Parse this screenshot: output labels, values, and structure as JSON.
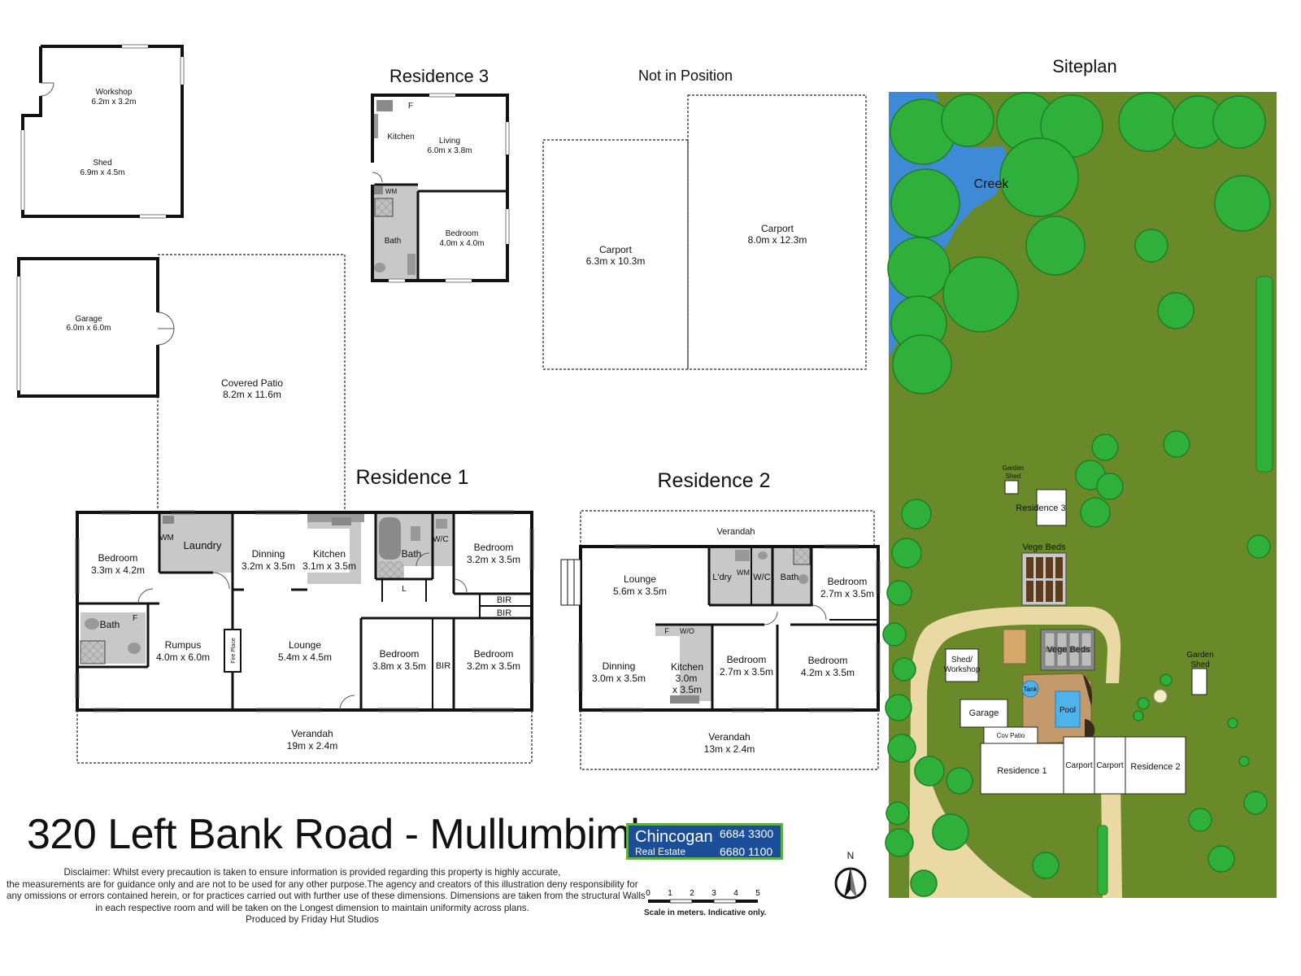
{
  "title": "320 Left Bank Road - Mullumbimby",
  "disclaimer_lines": [
    "Disclaimer: Whilst every precaution is taken to ensure information is provided regarding this property is highly accurate,",
    "the measurements are for guidance only and are not to be used for any other purpose.The agency and creators of this illustration deny responsibility for",
    "any omissions or errors contained herein, or for practices carried out with further use of these dimensions. Dimensions are taken from the structural Walls",
    "in each respective room and will be taken on the Longest dimension to maintain uniformity across plans.",
    "Produced by Friday Hut Studios"
  ],
  "agency": {
    "name": "Chincogan",
    "subtitle": "Real Estate",
    "phone1": "6684 3300",
    "phone2": "6680 1100",
    "brand_color": "#1a4e98",
    "accent_color": "#5fae4a"
  },
  "scale": {
    "ticks": [
      "0",
      "1",
      "2",
      "3",
      "4",
      "5"
    ],
    "caption": "Scale in meters. Indicative only."
  },
  "compass_label": "N",
  "section_titles": {
    "residence3": "Residence 3",
    "not_in_position": "Not in Position",
    "siteplan": "Siteplan",
    "residence1": "Residence 1",
    "residence2": "Residence 2"
  },
  "outbuildings": {
    "workshop": {
      "name": "Workshop",
      "dim": "6.2m x 3.2m"
    },
    "shed": {
      "name": "Shed",
      "dim": "6.9m x 4.5m"
    },
    "garage": {
      "name": "Garage",
      "dim": "6.0m x 6.0m"
    },
    "covered_patio": {
      "name": "Covered Patio",
      "dim": "8.2m x 11.6m"
    },
    "carport_a": {
      "name": "Carport",
      "dim": "6.3m x 10.3m"
    },
    "carport_b": {
      "name": "Carport",
      "dim": "8.0m x 12.3m"
    }
  },
  "residence3_rooms": {
    "kitchen": "Kitchen",
    "living": {
      "name": "Living",
      "dim": "6.0m x 3.8m"
    },
    "wm": "WM",
    "fridge": "F",
    "bath": "Bath",
    "bedroom": {
      "name": "Bedroom",
      "dim": "4.0m x 4.0m"
    }
  },
  "residence1_rooms": {
    "bedroom_a": {
      "name": "Bedroom",
      "dim": "3.3m x 4.2m"
    },
    "wm": "WM",
    "laundry": "Laundry",
    "dinning": {
      "name": "Dinning",
      "dim": "3.2m x 3.5m"
    },
    "kitchen": {
      "name": "Kitchen",
      "dim": "3.1m x 3.5m"
    },
    "bath_a": "Bath",
    "wc": "W/C",
    "bedroom_b": {
      "name": "Bedroom",
      "dim": "3.2m x 3.5m"
    },
    "bir_a": "BIR",
    "bir_b": "BIR",
    "bath_b": "Bath",
    "fridge": "F",
    "rumpus": {
      "name": "Rumpus",
      "dim": "4.0m x 6.0m"
    },
    "fireplace": "Fire Place",
    "lounge": {
      "name": "Lounge",
      "dim": "5.4m x 4.5m"
    },
    "linen": "L",
    "bedroom_c": {
      "name": "Bedroom",
      "dim": "3.8m x 3.5m"
    },
    "bir_c": "BIR",
    "bedroom_d": {
      "name": "Bedroom",
      "dim": "3.2m x 3.5m"
    },
    "verandah": {
      "name": "Verandah",
      "dim": "19m x 2.4m"
    }
  },
  "residence2_rooms": {
    "verandah_top": "Verandah",
    "lounge": {
      "name": "Lounge",
      "dim": "5.6m x 3.5m"
    },
    "laundry": "L'dry",
    "wm": "WM",
    "wc": "W/C",
    "bath": "Bath",
    "bedroom_a": {
      "name": "Bedroom",
      "dim": "2.7m x 3.5m"
    },
    "fridge": "F",
    "wo": "W/O",
    "dinning": {
      "name": "Dinning",
      "dim": "3.0m x 3.5m"
    },
    "kitchen": {
      "name": "Kitchen",
      "dim1": "3.0m",
      "dim2": "x 3.5m"
    },
    "bedroom_b": {
      "name": "Bedroom",
      "dim": "2.7m x 3.5m"
    },
    "bedroom_c": {
      "name": "Bedroom",
      "dim": "4.2m x 3.5m"
    },
    "verandah_bottom": {
      "name": "Verandah",
      "dim": "13m x 2.4m"
    }
  },
  "siteplan_labels": {
    "creek": "Creek",
    "garden_shed_a_1": "Garden",
    "garden_shed_a_2": "Shed",
    "residence3": "Residence 3",
    "vege_beds_a": "Vege Beds",
    "vege_beds_b": "Vege Beds",
    "shed_workshop_1": "Shed/",
    "shed_workshop_2": "Workshop",
    "tank": "Tank",
    "garden_shed_b_1": "Garden",
    "garden_shed_b_2": "Shed",
    "garage": "Garage",
    "pool": "Pool",
    "cov_patio": "Cov Patio",
    "residence1": "Residence 1",
    "carport_a": "Carport",
    "carport_b": "Carport",
    "residence2": "Residence 2"
  },
  "colors": {
    "grass": "#6a8a2a",
    "tree": "#2fb03a",
    "water": "#3f8ad6",
    "path": "#ead9a5",
    "wet_area": "#c8c8c8",
    "deck": "#c49a6c",
    "pool": "#4fb2ea"
  }
}
